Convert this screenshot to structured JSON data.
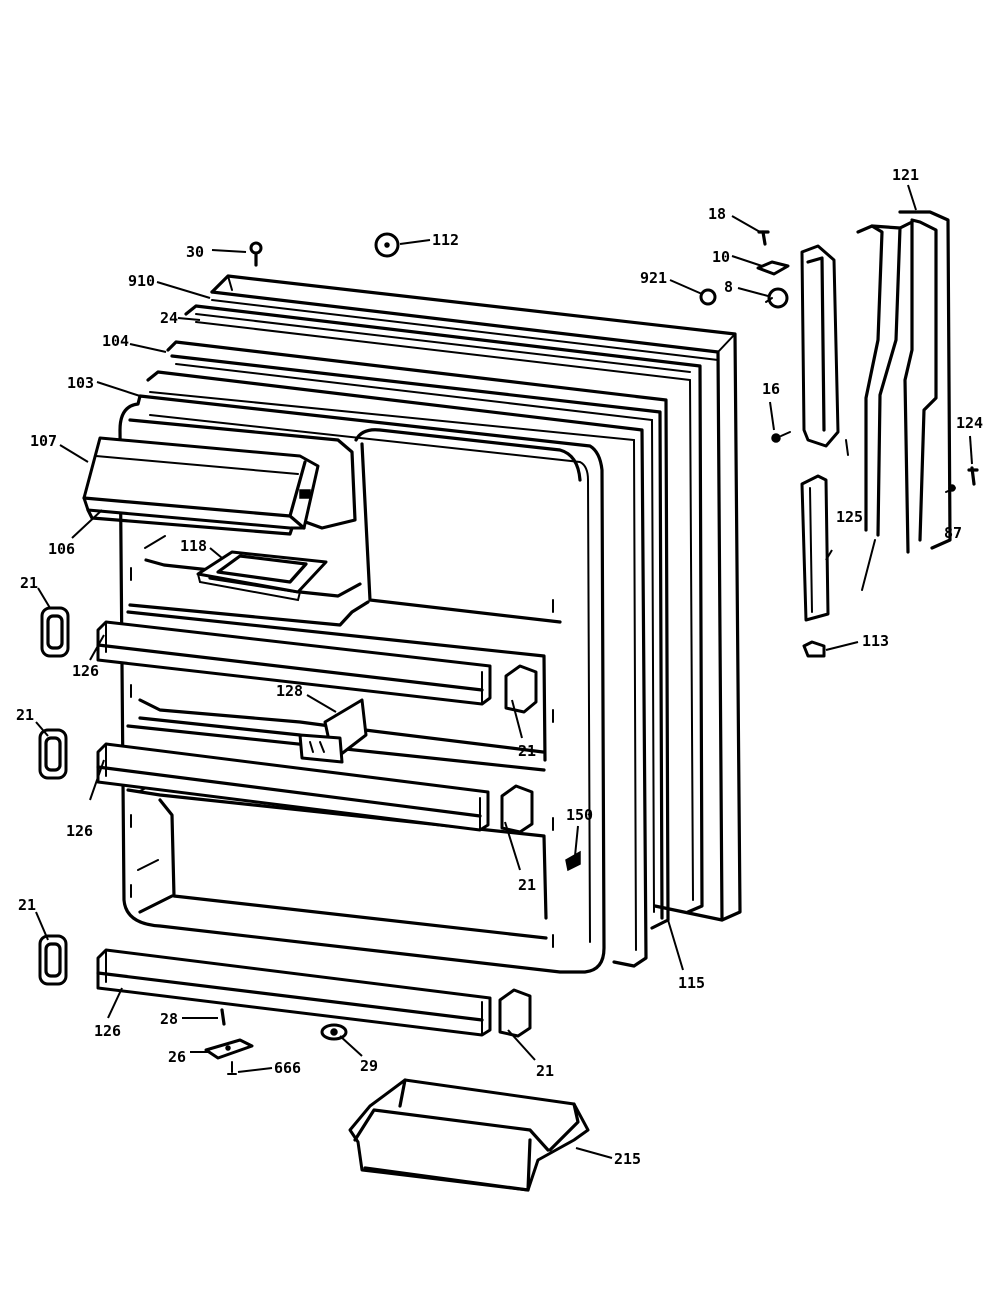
{
  "callouts": [
    {
      "id": "30",
      "text": "30"
    },
    {
      "id": "112",
      "text": "112"
    },
    {
      "id": "910",
      "text": "910"
    },
    {
      "id": "24",
      "text": "24"
    },
    {
      "id": "104",
      "text": "104"
    },
    {
      "id": "103",
      "text": "103"
    },
    {
      "id": "107",
      "text": "107"
    },
    {
      "id": "106",
      "text": "106"
    },
    {
      "id": "118",
      "text": "118"
    },
    {
      "id": "21a",
      "text": "21"
    },
    {
      "id": "21b",
      "text": "21"
    },
    {
      "id": "21c",
      "text": "21"
    },
    {
      "id": "21d",
      "text": "21"
    },
    {
      "id": "21e",
      "text": "21"
    },
    {
      "id": "21f",
      "text": "21"
    },
    {
      "id": "126a",
      "text": "126"
    },
    {
      "id": "126b",
      "text": "126"
    },
    {
      "id": "126c",
      "text": "126"
    },
    {
      "id": "128",
      "text": "128"
    },
    {
      "id": "150",
      "text": "150"
    },
    {
      "id": "115",
      "text": "115"
    },
    {
      "id": "28",
      "text": "28"
    },
    {
      "id": "26",
      "text": "26"
    },
    {
      "id": "666",
      "text": "666"
    },
    {
      "id": "29",
      "text": "29"
    },
    {
      "id": "215",
      "text": "215"
    },
    {
      "id": "18",
      "text": "18"
    },
    {
      "id": "10",
      "text": "10"
    },
    {
      "id": "921",
      "text": "921"
    },
    {
      "id": "8",
      "text": "8"
    },
    {
      "id": "16",
      "text": "16"
    },
    {
      "id": "125",
      "text": "125"
    },
    {
      "id": "113",
      "text": "113"
    },
    {
      "id": "121",
      "text": "121"
    },
    {
      "id": "124",
      "text": "124"
    },
    {
      "id": "87",
      "text": "87"
    }
  ]
}
